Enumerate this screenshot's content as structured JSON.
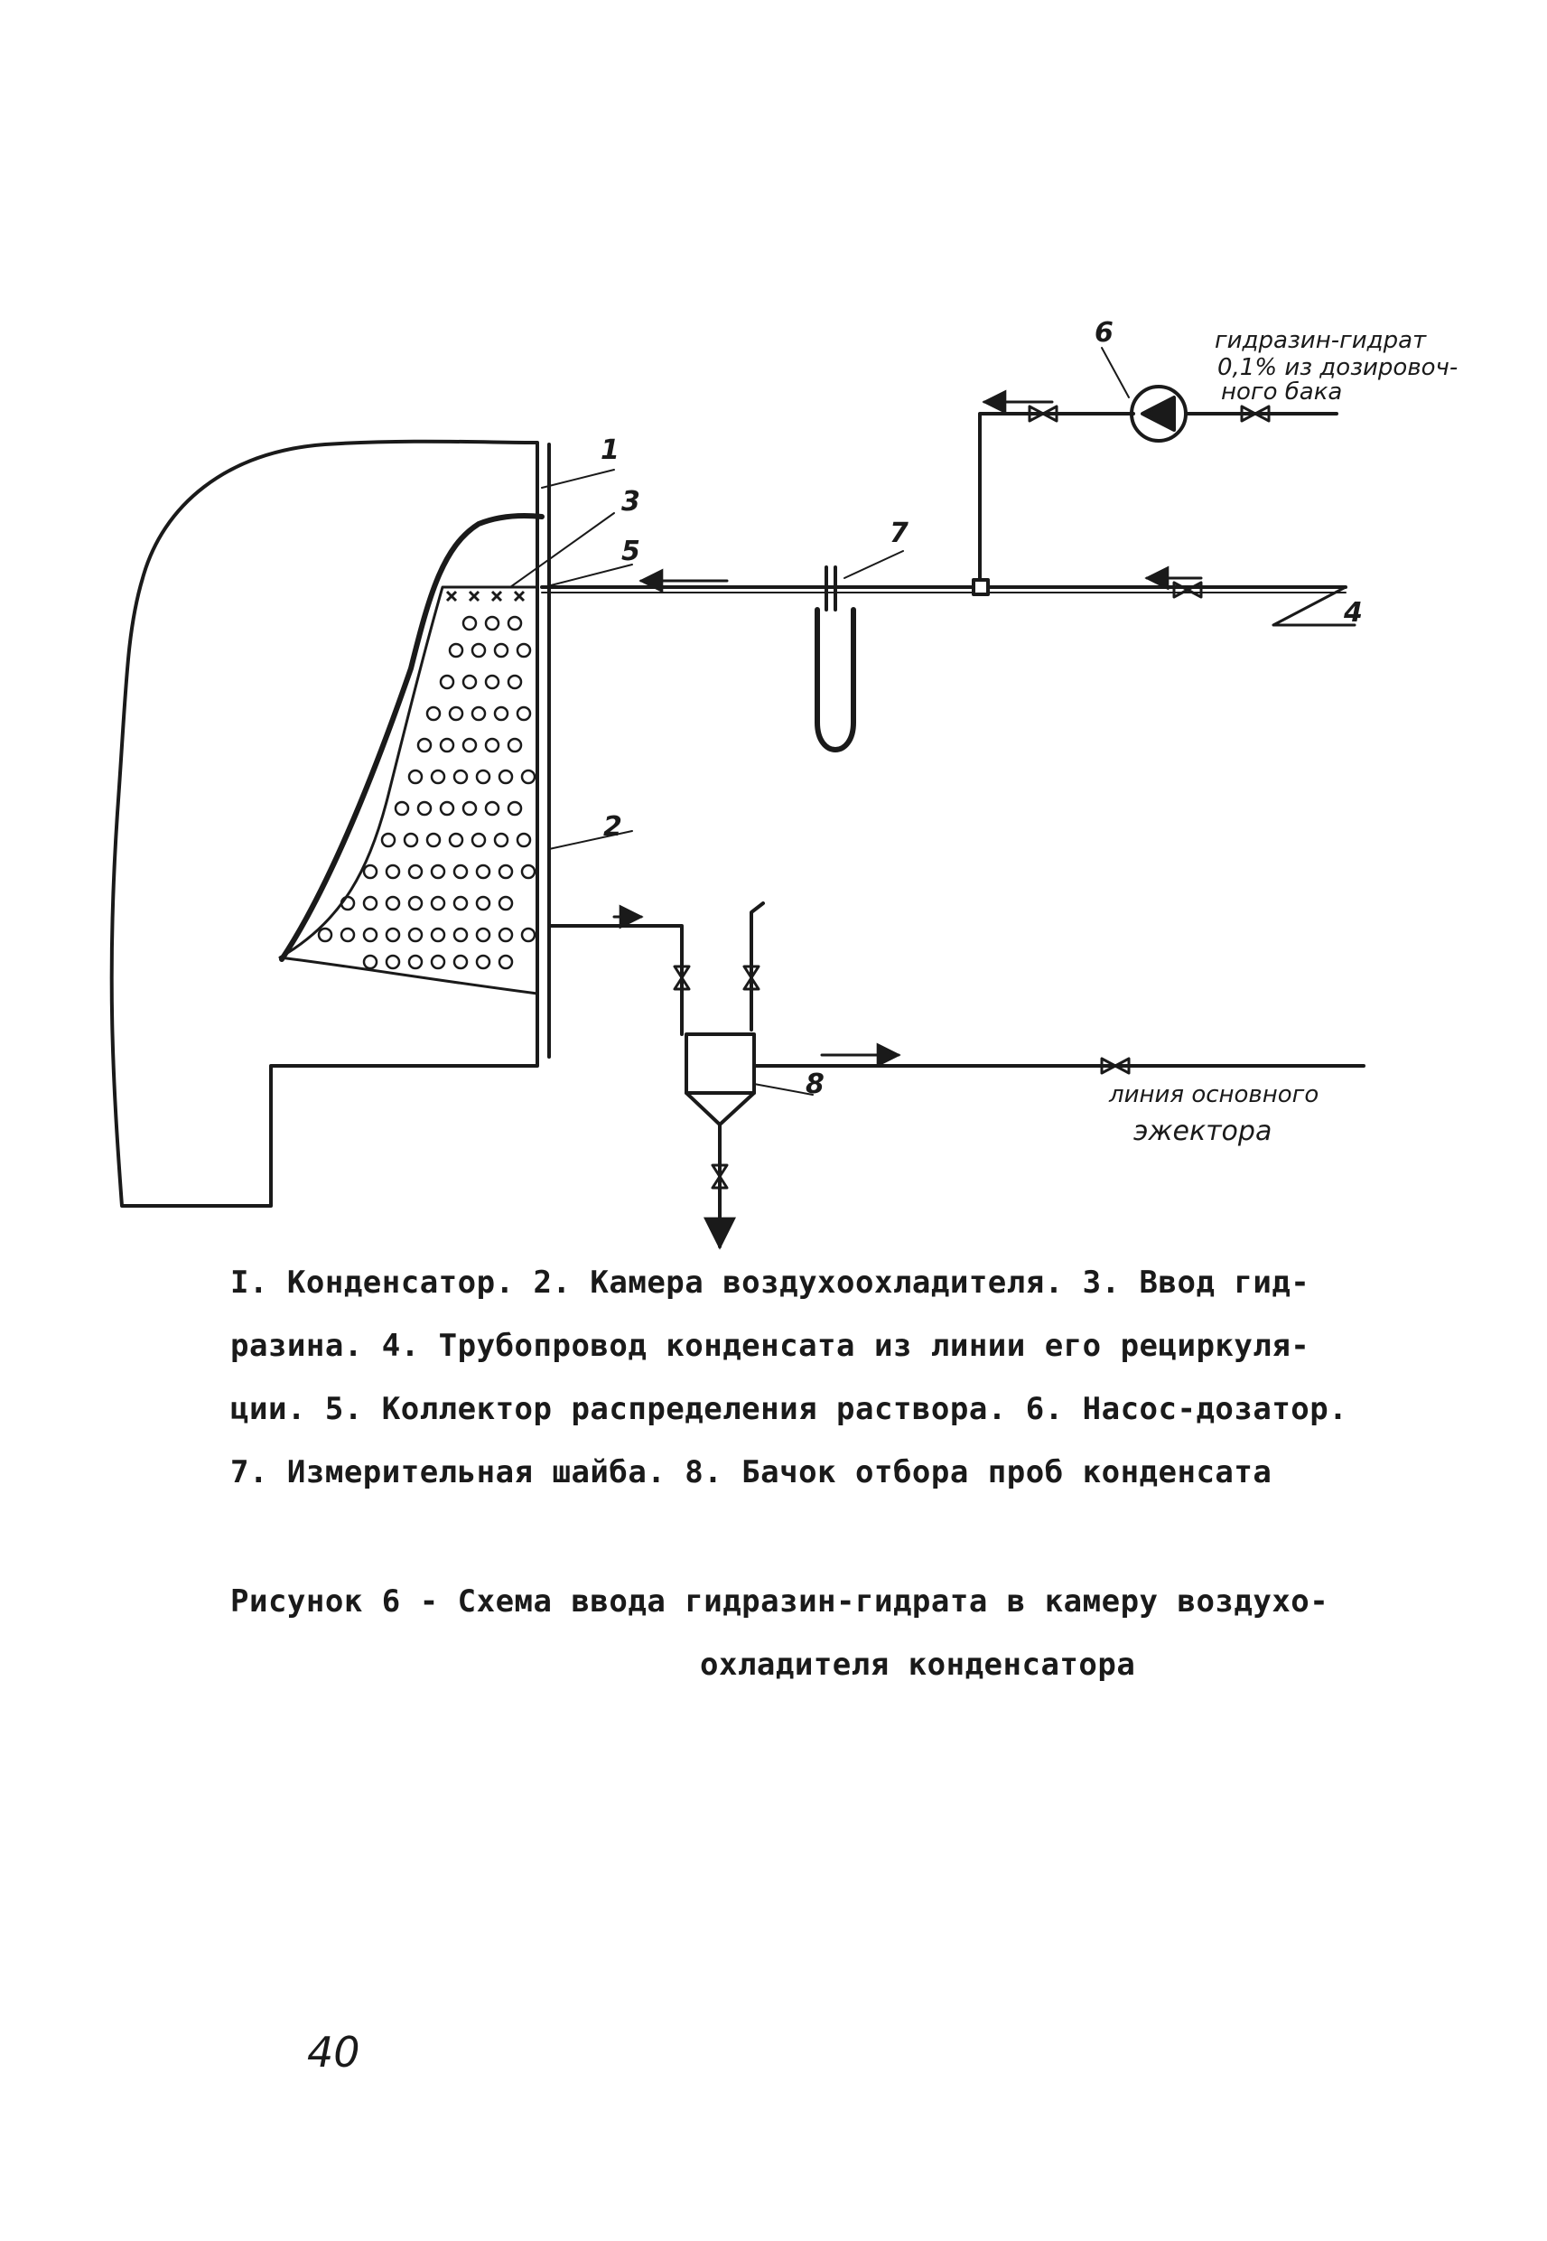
{
  "diagram": {
    "callouts": {
      "c1": "1",
      "c2": "2",
      "c3": "3",
      "c4": "4",
      "c5": "5",
      "c6": "6",
      "c7": "7",
      "c8": "8"
    },
    "hydrazine_note": [
      "гидразин-гидрат",
      "0,1% из дозировоч-",
      "ного бака"
    ],
    "ejector_note": [
      "линия основного",
      "эжектора"
    ]
  },
  "legend_lines": [
    "I. Конденсатор. 2. Камера воздухоохладителя. 3. Ввод гид-",
    "разина. 4. Трубопровод конденсата из линии его рециркуля-",
    "ции. 5. Коллектор распределения раствора. 6. Насос-дозатор.",
    "7. Измерительная шайба. 8. Бачок отбора проб конденсата"
  ],
  "figure_caption": {
    "line1": "Рисунок 6 - Схема ввода гидразин-гидрата в камеру воздухо-",
    "line2": "охладителя конденсатора"
  },
  "page_number": "40"
}
